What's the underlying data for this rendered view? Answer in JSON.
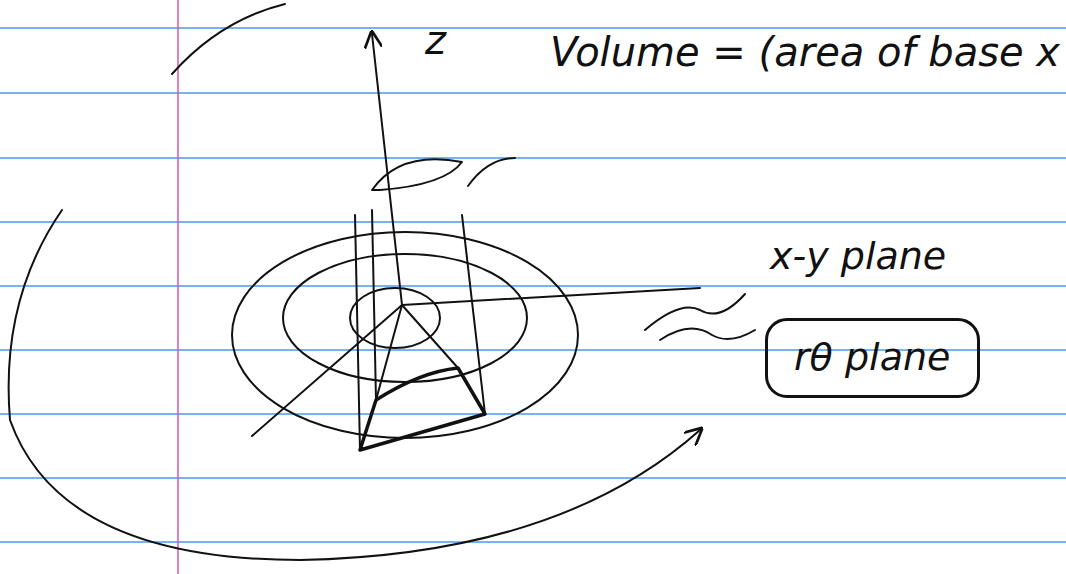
{
  "diagram": {
    "nodes": [
      {
        "text": [
          "rθ plane"
        ]
      }
    ],
    "labels": [
      "Volume = (area of base x",
      "z",
      "x-y plane"
    ]
  }
}
